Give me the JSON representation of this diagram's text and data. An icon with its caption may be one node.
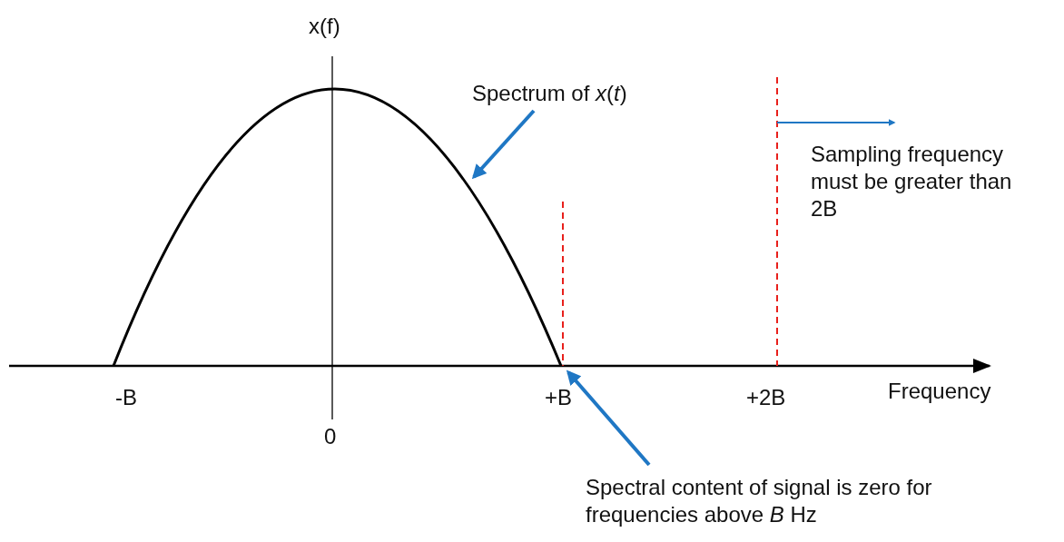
{
  "diagram": {
    "nodes": [
      {
        "text": [
          "Spectrum of *x*(*t*)"
        ]
      },
      {
        "text": [],
        "shape": "picture"
      },
      {
        "text": [
          "Spectral content of signal is zero for frequencies above *B* Hz"
        ]
      }
    ],
    "edges": [
      {
        "from": 0,
        "to": 1,
        "arrow": "to"
      },
      {
        "from": 2,
        "to": 1,
        "arrow": "to"
      }
    ],
    "labels": [
      "x(f)",
      "Sampling frequency must be greater than 2B",
      "-B",
      "+B",
      "+2B",
      "Frequency",
      "0"
    ]
  }
}
